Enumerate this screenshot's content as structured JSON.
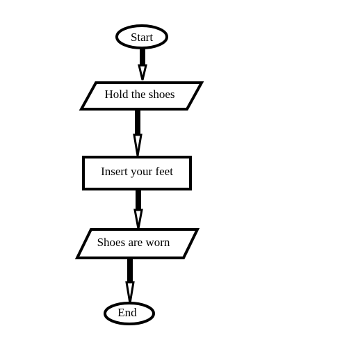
{
  "flowchart": {
    "nodes": [
      {
        "id": "start",
        "shape": "terminator",
        "label": "Start"
      },
      {
        "id": "hold",
        "shape": "parallelogram",
        "label": "Hold the shoes"
      },
      {
        "id": "insert",
        "shape": "process",
        "label": "Insert your feet"
      },
      {
        "id": "worn",
        "shape": "parallelogram",
        "label": "Shoes are worn"
      },
      {
        "id": "end",
        "shape": "terminator",
        "label": "End"
      }
    ],
    "edges": [
      {
        "from": "start",
        "to": "hold"
      },
      {
        "from": "hold",
        "to": "insert"
      },
      {
        "from": "insert",
        "to": "worn"
      },
      {
        "from": "worn",
        "to": "end"
      }
    ],
    "colors": {
      "stroke": "#000000",
      "fill": "#ffffff",
      "background": "#ffffff"
    }
  }
}
